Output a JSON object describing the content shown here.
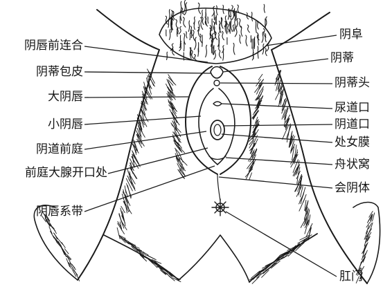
{
  "diagram": {
    "labels_left": [
      {
        "id": "lips-anterior-commissure",
        "text": "阴唇前连合"
      },
      {
        "id": "clitoral-hood",
        "text": "阴蒂包皮"
      },
      {
        "id": "labia-majora",
        "text": "大阴唇"
      },
      {
        "id": "labia-minora",
        "text": "小阴唇"
      },
      {
        "id": "vestibule",
        "text": "阴道前庭"
      },
      {
        "id": "bartholin-opening",
        "text": "前庭大腺开口处"
      },
      {
        "id": "frenulum-labiorum",
        "text": "阴唇系带"
      }
    ],
    "labels_right": [
      {
        "id": "mons-pubis",
        "text": "阴阜"
      },
      {
        "id": "clitoris",
        "text": "阴蒂"
      },
      {
        "id": "glans-clitoris",
        "text": "阴蒂头"
      },
      {
        "id": "urethral-opening",
        "text": "尿道口"
      },
      {
        "id": "vaginal-opening",
        "text": "阴道口"
      },
      {
        "id": "hymen",
        "text": "处女膜"
      },
      {
        "id": "fossa-navicularis",
        "text": "舟状窝"
      },
      {
        "id": "perineum",
        "text": "会阴体"
      },
      {
        "id": "anus",
        "text": "肛门"
      }
    ],
    "colors": {
      "ink": "#1a1a1a",
      "label": "#141414",
      "background": "#ffffff"
    }
  }
}
